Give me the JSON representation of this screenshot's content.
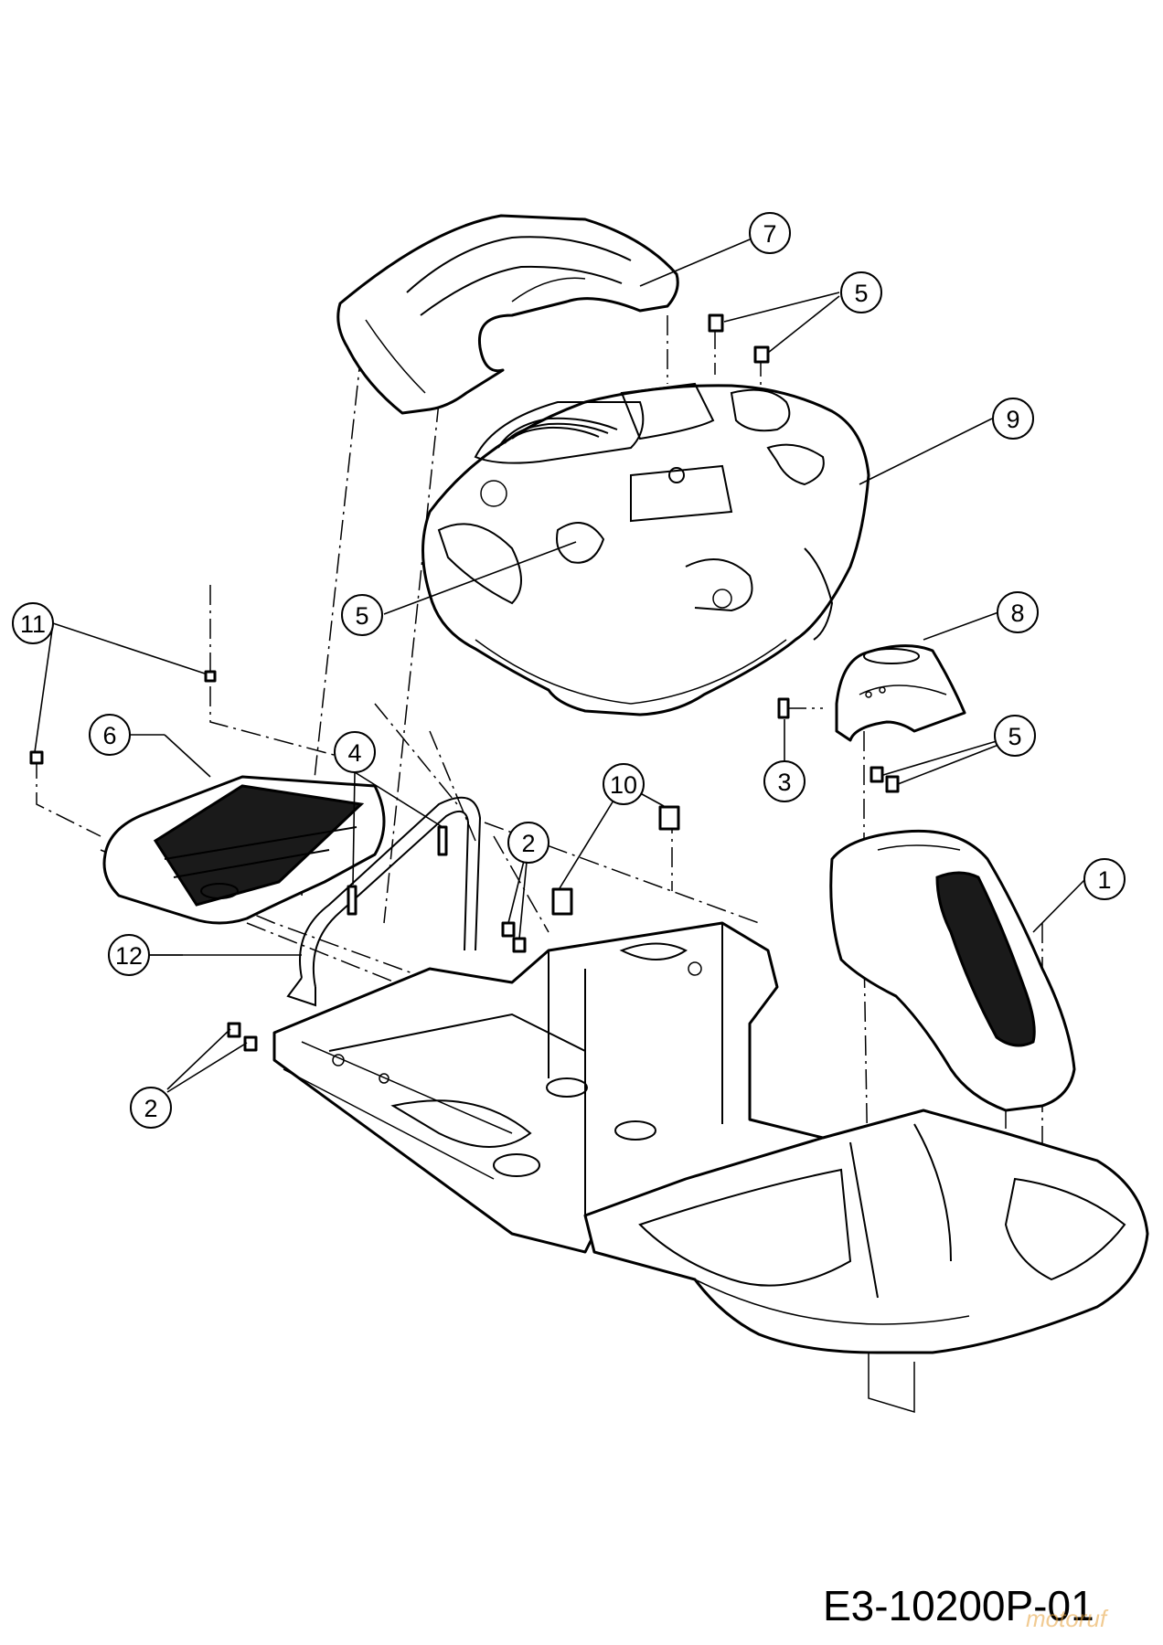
{
  "drawing_code": "E3-10200P-01",
  "watermark": "motoruf",
  "callouts": [
    {
      "id": "c7",
      "label": "7"
    },
    {
      "id": "c5a",
      "label": "5"
    },
    {
      "id": "c9",
      "label": "9"
    },
    {
      "id": "c5b",
      "label": "5"
    },
    {
      "id": "c8",
      "label": "8"
    },
    {
      "id": "c11",
      "label": "11"
    },
    {
      "id": "c6",
      "label": "6"
    },
    {
      "id": "c4",
      "label": "4"
    },
    {
      "id": "c10",
      "label": "10"
    },
    {
      "id": "c3",
      "label": "3"
    },
    {
      "id": "c5c",
      "label": "5"
    },
    {
      "id": "c2a",
      "label": "2"
    },
    {
      "id": "c1",
      "label": "1"
    },
    {
      "id": "c12",
      "label": "12"
    },
    {
      "id": "c2b",
      "label": "2"
    }
  ]
}
